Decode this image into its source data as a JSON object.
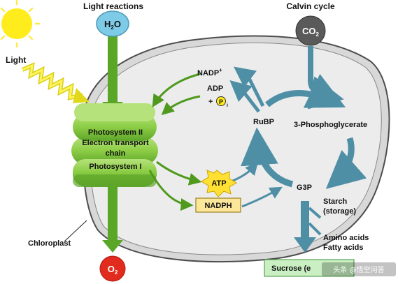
{
  "headings": {
    "light_reactions": "Light reactions",
    "calvin_cycle": "Calvin cycle"
  },
  "inputs": {
    "light": "Light",
    "water": {
      "main": "H",
      "sub": "2",
      "tail": "O"
    },
    "co2": {
      "main": "CO",
      "sub": "2"
    }
  },
  "outputs": {
    "oxygen": {
      "main": "O",
      "sub": "2"
    }
  },
  "chloroplast_label": "Chloroplast",
  "thylakoid_labels": [
    "Photosystem II",
    "Electron transport",
    "chain",
    "Photosystem I"
  ],
  "carriers": {
    "nadp_plus": {
      "main": "NADP",
      "sup": "+"
    },
    "adp": "ADP",
    "pi_plus": "+",
    "pi_letter": "P",
    "pi_sub": "i",
    "atp": "ATP",
    "nadph": "NADPH"
  },
  "calvin": {
    "rubp": "RuBP",
    "pga": "3-Phosphoglycerate",
    "g3p": "G3P"
  },
  "products": {
    "starch": "Starch",
    "storage": "(storage)",
    "amino_acids": "Amino acids",
    "fatty_acids": "Fatty acids",
    "sucrose": "Sucrose (e"
  },
  "watermark": "头条 @悟空问答",
  "colors": {
    "membrane_fill": "#ececec",
    "membrane_line": "#4d4d4d",
    "thylakoid": "#8ccd45",
    "green_arrow": "#4f9a1e",
    "teal_arrow": "#4f8fa6",
    "water_fill": "#7ecbe7",
    "co2_fill": "#5a5a5a",
    "o2_fill": "#e12b1e",
    "atp_star": "#ffe033",
    "nadph_box": "#fbe69a",
    "sucrose_box": "#c9efc2",
    "sun": "#ffec1c"
  }
}
